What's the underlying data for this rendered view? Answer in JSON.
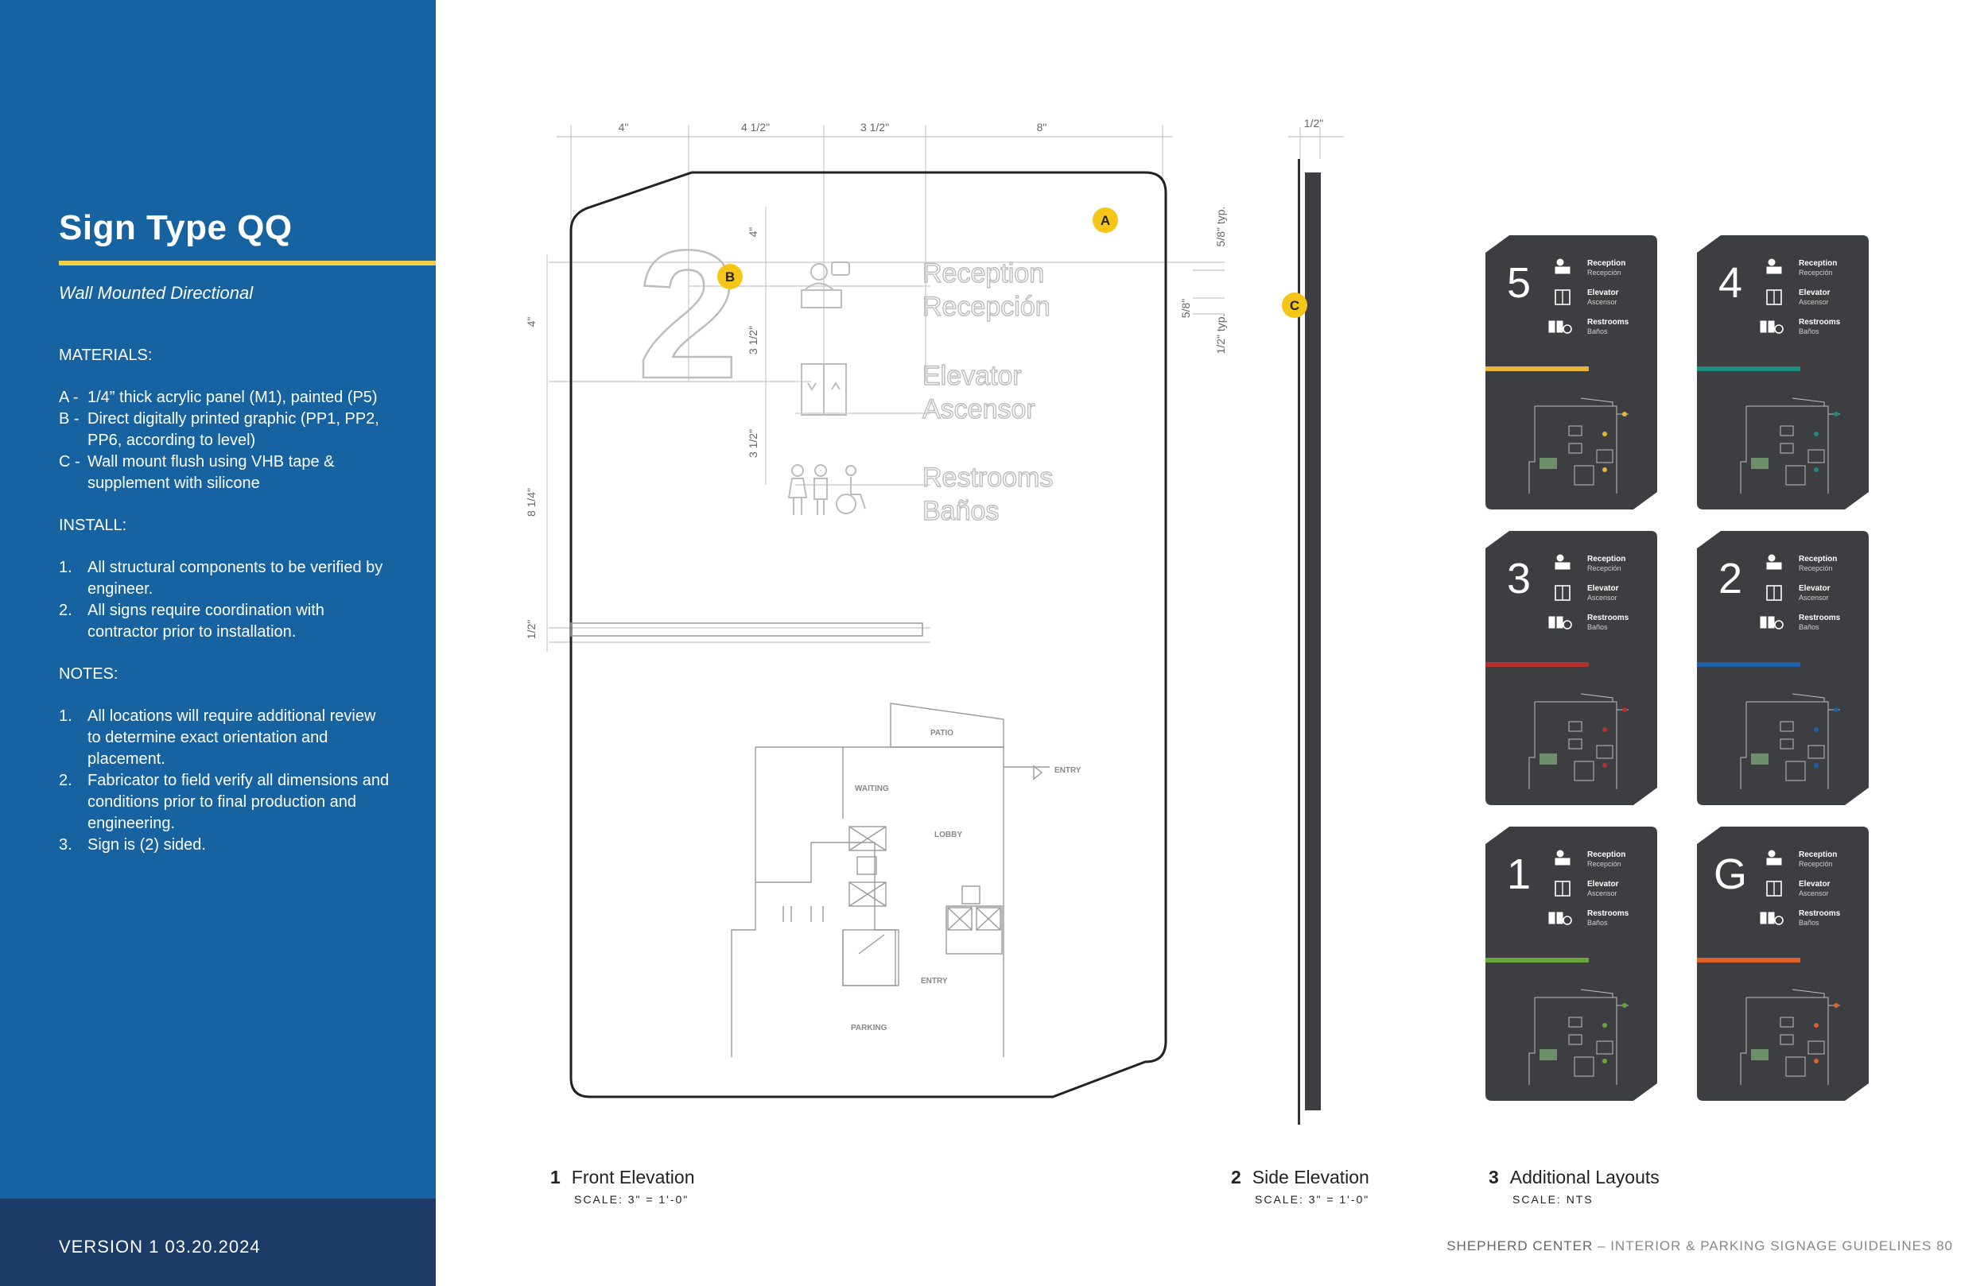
{
  "sidebar": {
    "title": "Sign Type QQ",
    "subtitle": "Wall Mounted Directional",
    "materials_heading": "MATERIALS:",
    "materials": [
      {
        "mark": "A -",
        "text": "1/4” thick acrylic panel (M1), painted (P5)"
      },
      {
        "mark": "B -",
        "text": "Direct digitally printed graphic (PP1, PP2, PP6, according to level)"
      },
      {
        "mark": "C -",
        "text": "Wall mount flush using VHB tape & supplement with silicone"
      }
    ],
    "install_heading": "INSTALL:",
    "install": [
      {
        "mark": "1.",
        "text": "All structural components to be verified by engineer."
      },
      {
        "mark": "2.",
        "text": "All signs require coordination with contractor prior to installation."
      }
    ],
    "notes_heading": "NOTES:",
    "notes": [
      {
        "mark": "1.",
        "text": "All locations will require additional review to determine exact orientation and placement."
      },
      {
        "mark": "2.",
        "text": "Fabricator to field verify all dimensions and conditions prior to final production and engineering."
      },
      {
        "mark": "3.",
        "text": "Sign is (2) sided."
      }
    ],
    "version": "VERSION 1  03.20.2024"
  },
  "front": {
    "dims_top": [
      "4\"",
      "4 1/2\"",
      "3 1/2\"",
      "8\""
    ],
    "dims_left": [
      "4\"",
      "8 1/4\"",
      "1/2\""
    ],
    "dims_inner": [
      "4\"",
      "3 1/2\"",
      "3 1/2\""
    ],
    "dims_right": [
      "5/8\" typ.",
      "5/8\"",
      "1/2\" typ."
    ],
    "level": "2",
    "destinations": [
      {
        "en": "Reception",
        "es": "Recepción"
      },
      {
        "en": "Elevator",
        "es": "Ascensor"
      },
      {
        "en": "Restrooms",
        "es": "Baños"
      }
    ],
    "callouts": [
      "A",
      "B",
      "C"
    ],
    "map_labels": [
      "PATIO",
      "ENTRY",
      "WAITING",
      "LOBBY",
      "ENTRY",
      "PARKING"
    ]
  },
  "side": {
    "dim_top": "1/2\""
  },
  "layouts": {
    "signs": [
      {
        "level": "5",
        "color": "#e8b533"
      },
      {
        "level": "4",
        "color": "#1d8a7f"
      },
      {
        "level": "3",
        "color": "#b3322f"
      },
      {
        "level": "2",
        "color": "#1f5fa8"
      },
      {
        "level": "1",
        "color": "#6aa63a"
      },
      {
        "level": "G",
        "color": "#e0612a"
      }
    ],
    "rows": [
      {
        "en": "Reception",
        "es": "Recepción"
      },
      {
        "en": "Elevator",
        "es": "Ascensor"
      },
      {
        "en": "Restrooms",
        "es": "Baños"
      }
    ]
  },
  "captions": [
    {
      "num": "1",
      "title": "Front Elevation",
      "scale": "SCALE: 3\" = 1'-0\""
    },
    {
      "num": "2",
      "title": "Side Elevation",
      "scale": "SCALE: 3\" = 1'-0\""
    },
    {
      "num": "3",
      "title": "Additional Layouts",
      "scale": "SCALE: NTS"
    }
  ],
  "footer": {
    "brand": "SHEPHERD CENTER",
    "rest": " – INTERIOR & PARKING SIGNAGE GUIDELINES  80"
  },
  "colors": {
    "sidebar_blue": "#1762a0",
    "sidebar_footer": "#1c3b66",
    "accent_yellow": "#f2cf4a",
    "sign_panel": "#3d3e42",
    "callout_yellow": "#f5c518"
  }
}
